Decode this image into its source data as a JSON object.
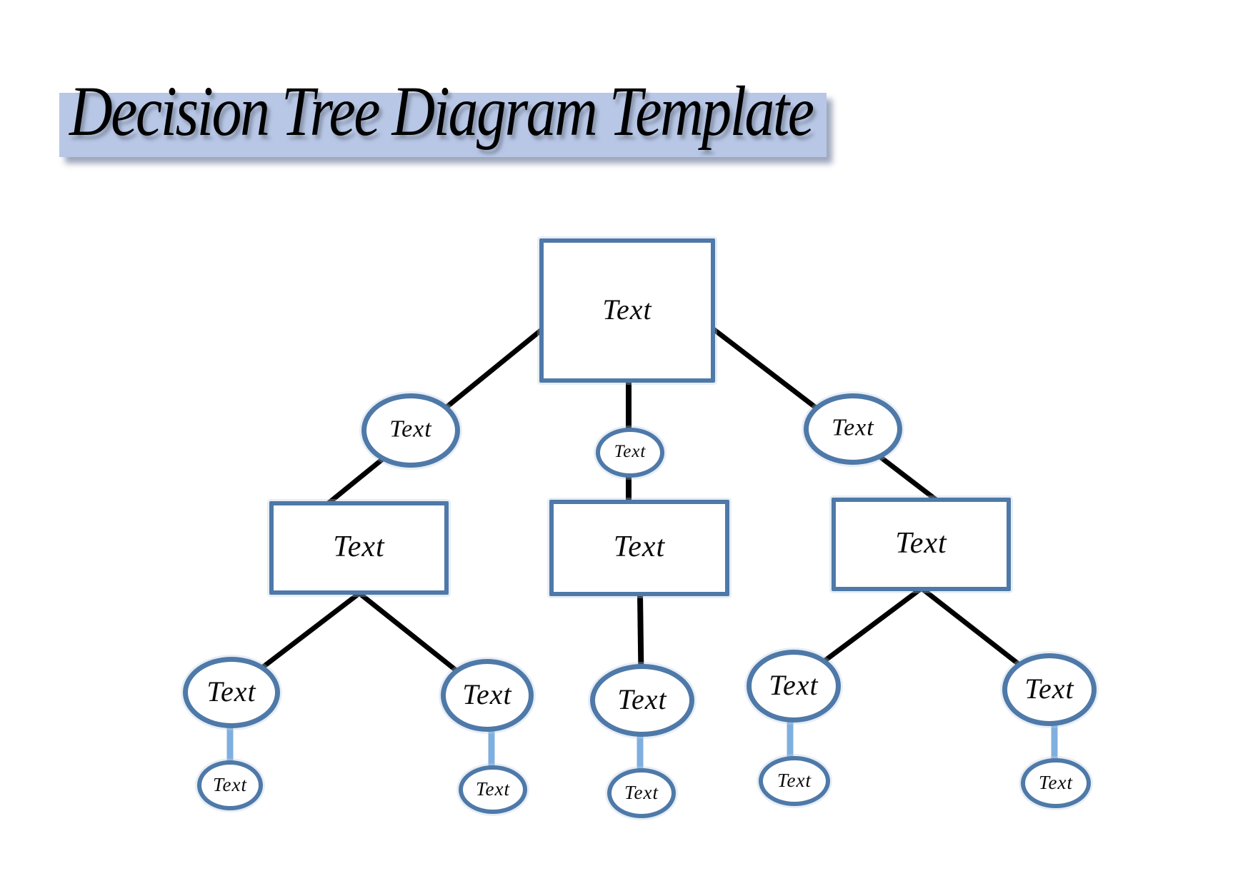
{
  "title": {
    "text": "Decision Tree Diagram Template"
  },
  "colors": {
    "node_border": "#4e79a8",
    "connector_black": "#000000",
    "connector_blue": "#7fafdf",
    "title_background": "#b8c7e6",
    "title_text": "#000000"
  },
  "nodes": {
    "root": {
      "label": "Text",
      "shape": "rectangle",
      "level": 0
    },
    "l1_left": {
      "label": "Text",
      "shape": "oval",
      "level": 1
    },
    "l1_mid": {
      "label": "Text",
      "shape": "oval",
      "level": 1
    },
    "l1_right": {
      "label": "Text",
      "shape": "oval",
      "level": 1
    },
    "l2_left": {
      "label": "Text",
      "shape": "rectangle",
      "level": 2
    },
    "l2_mid": {
      "label": "Text",
      "shape": "rectangle",
      "level": 2
    },
    "l2_right": {
      "label": "Text",
      "shape": "rectangle",
      "level": 2
    },
    "l3_1": {
      "label": "Text",
      "shape": "oval",
      "level": 3
    },
    "l3_2": {
      "label": "Text",
      "shape": "oval",
      "level": 3
    },
    "l3_3": {
      "label": "Text",
      "shape": "oval",
      "level": 3
    },
    "l3_4": {
      "label": "Text",
      "shape": "oval",
      "level": 3
    },
    "l3_5": {
      "label": "Text",
      "shape": "oval",
      "level": 3
    },
    "l4_1": {
      "label": "Text",
      "shape": "oval",
      "level": 4
    },
    "l4_2": {
      "label": "Text",
      "shape": "oval",
      "level": 4
    },
    "l4_3": {
      "label": "Text",
      "shape": "oval",
      "level": 4
    },
    "l4_4": {
      "label": "Text",
      "shape": "oval",
      "level": 4
    },
    "l4_5": {
      "label": "Text",
      "shape": "oval",
      "level": 4
    }
  }
}
